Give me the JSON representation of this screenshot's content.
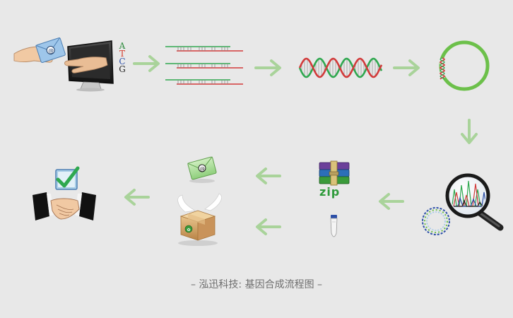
{
  "caption": "– 泓迅科技: 基因合成流程图 –",
  "dna_letters": [
    "A",
    "T",
    "C",
    "G"
  ],
  "zip_label": "zip",
  "colors": {
    "background": "#e8e8e8",
    "arrow": "#a9d39a",
    "strand_green": "#2fa84f",
    "strand_red": "#d23a3a",
    "plasmid_green": "#6cc04a",
    "letter_A": "#2e8b3e",
    "letter_T": "#d33a2c",
    "letter_C": "#2c4fa8",
    "letter_G": "#222222"
  }
}
